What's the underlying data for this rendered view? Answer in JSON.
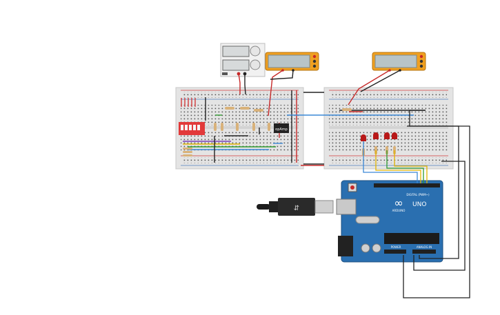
{
  "components": {
    "opamp_label": "opAmp",
    "arduino": {
      "brand_text": "ARDUINO",
      "model_text": "UNO",
      "digital_header_text": "DIGITAL (PWM~)",
      "power_text": "POWER",
      "analog_text": "ANALOG IN"
    }
  },
  "colors": {
    "breadboard": "#e4e4e4",
    "rail_red": "#d23b3b",
    "rail_blue": "#4f7fbf",
    "arduino_board": "#2a6fb0",
    "multimeter_case": "#f0a020",
    "multimeter_screen": "#b8c4c7",
    "dip_switch": "#e23a3a",
    "led": "#b81818"
  }
}
